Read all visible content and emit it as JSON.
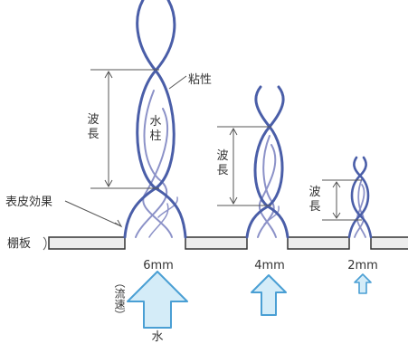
{
  "labels": {
    "viscosity": "粘性",
    "wavelength_large_1": "波",
    "wavelength_large_2": "長",
    "water_column_1": "水",
    "water_column_2": "柱",
    "wavelength_mid_1": "波",
    "wavelength_mid_2": "長",
    "wavelength_small_1": "波",
    "wavelength_small_2": "長",
    "skin_effect": "表皮効果",
    "shelf_board": "棚板",
    "flow_speed": "（流速）",
    "water": "水"
  },
  "holes": [
    {
      "size": "6mm"
    },
    {
      "size": "4mm"
    },
    {
      "size": "2mm"
    }
  ],
  "colors": {
    "strand_dark": "#4a5ea8",
    "strand_light": "#8c92c8",
    "arrow_fill": "#d4ecf8",
    "arrow_stroke": "#4a9fd4",
    "board_fill": "#ededed",
    "board_stroke": "#333333",
    "dim_line": "#555555"
  },
  "icons": [
    "up-arrow-icon"
  ]
}
